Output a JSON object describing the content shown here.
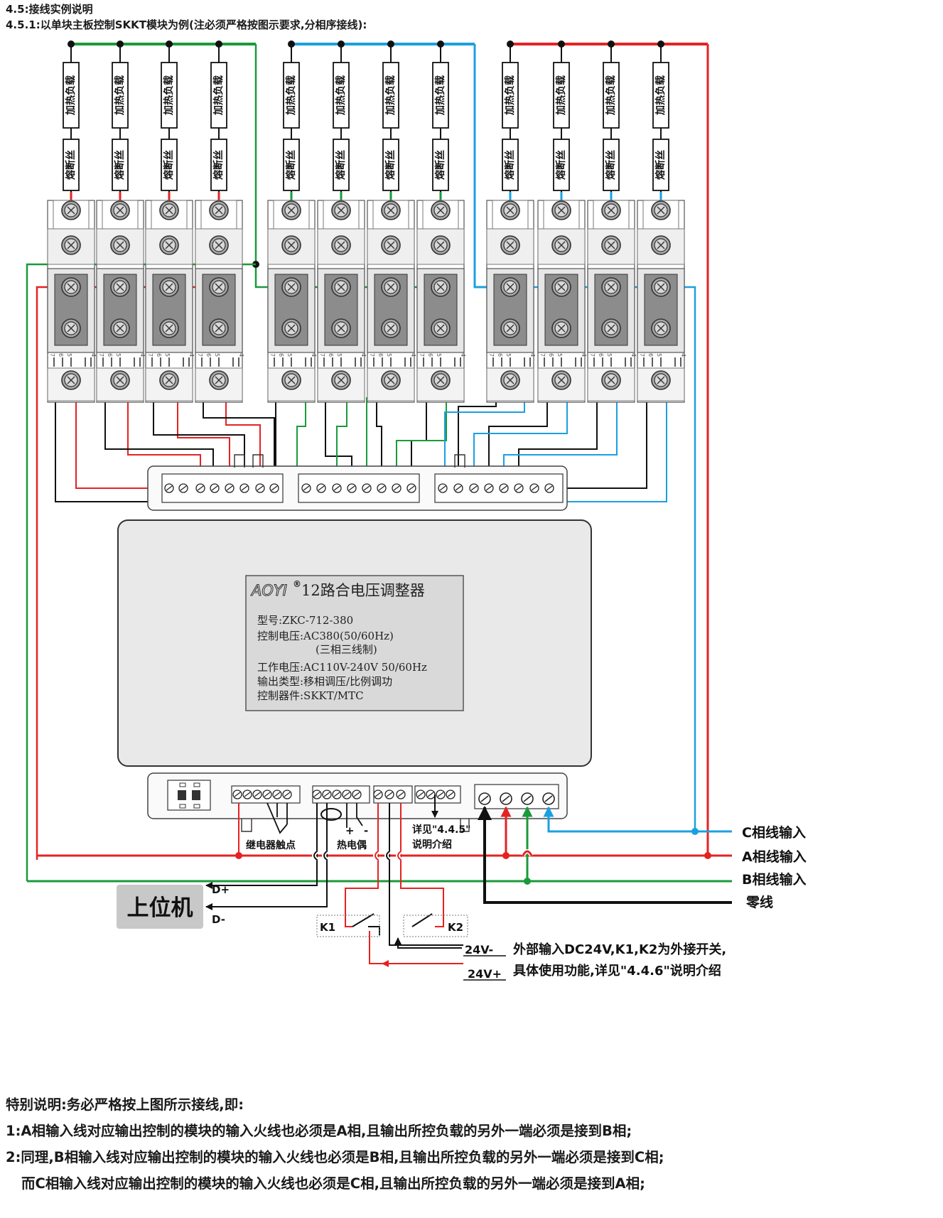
{
  "header": {
    "section": "4.5:接线实例说明",
    "subsection": "4.5.1:以单块主板控制SKKT模块为例(注必须严格按图示要求,分相序接线):"
  },
  "modules": {
    "load_label": "加热负载",
    "fuse_label": "熔断丝",
    "pin_labels": [
      "7",
      "6",
      "5",
      "4"
    ],
    "count": 12
  },
  "device": {
    "brand": "AOYI",
    "registered": "®",
    "title": "12路合电压调整器",
    "model": "型号:ZKC-712-380",
    "control_voltage": "控制电压:AC380(50/60Hz)",
    "control_voltage_note": "(三相三线制)",
    "working_voltage": "工作电压:AC110V-240V 50/60Hz",
    "output_type": "输出类型:移相调压/比例调功",
    "control_device": "控制器件:SKKT/MTC"
  },
  "labels": {
    "relay": "继电器触点",
    "thermocouple": "热电偶",
    "tc_plus": "+",
    "tc_minus": "-",
    "see_445": "详见\"4.4.5\"",
    "see_445_b": "说明介绍",
    "host": "上位机",
    "d_plus": "D+",
    "d_minus": "D-",
    "k1": "K1",
    "k2": "K2",
    "v24_minus": "24V-",
    "v24_plus": "24V+",
    "external_note_1": "外部输入DC24V,K1,K2为外接开关,",
    "external_note_2": "具体使用功能,详见\"4.4.6\"说明介绍",
    "phase_c": "C相线输入",
    "phase_a": "A相线输入",
    "phase_b": "B相线输入",
    "neutral": "零线"
  },
  "colors": {
    "phase_a": "#e52222",
    "phase_b": "#1a9a3a",
    "phase_c": "#1aa0e0",
    "neutral": "#111111",
    "host_box": "#c8c8c8"
  },
  "notes": {
    "title": "特别说明:务必严格按上图所示接线,即:",
    "line1": "1:A相输入线对应输出控制的模块的输入火线也必须是A相,且输出所控负载的另外一端必须是接到B相;",
    "line2": "2:同理,B相输入线对应输出控制的模块的输入火线也必须是B相,且输出所控负载的另外一端必须是接到C相;",
    "line3": "而C相输入线对应输出控制的模块的输入火线也必须是C相,且输出所控负载的另外一端必须是接到A相;"
  }
}
